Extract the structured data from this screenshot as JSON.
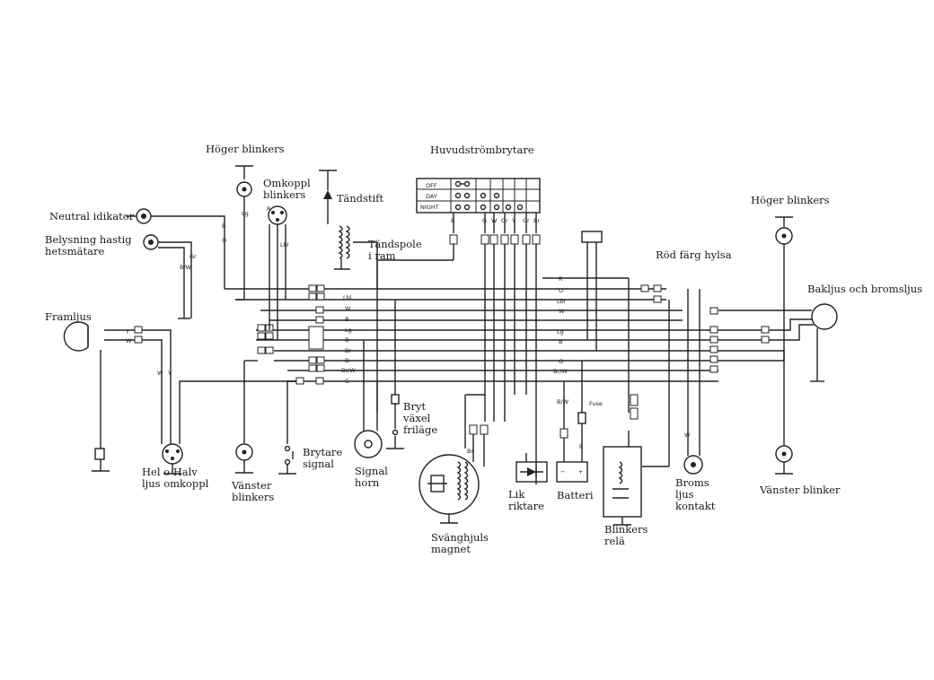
{
  "labels": {
    "hoger_blinkers_left": "Höger blinkers",
    "omkoppl_blinkers": "Omkoppl\nblinkers",
    "tandstift": "Tändstift",
    "tandspole": "Tändspole\ni ram",
    "huvudstrombrytare": "Huvudströmbrytare",
    "hoger_blinkers_right": "Höger blinkers",
    "neutral_idikator": "Neutral idikator",
    "belysning": "Belysning hastig\nhetsmätare",
    "rod_farg_hylsa": "Röd färg hylsa",
    "bakljus": "Bakljus och bromsljus",
    "framljus": "Framljus",
    "bryt_vaxel": "Bryt\nväxel\nfriläge",
    "brytare_signal": "Brytare\nsignal",
    "hel_o_halv": "Hel o Halv\nljus omkoppl",
    "vanster_blinkers_left": "Vänster\nblinkers",
    "signal_horn": "Signal\nhorn",
    "lik_riktare": "Lik\nriktare",
    "batteri": "Batteri",
    "broms_ljus": "Broms\nljus\nkontakt",
    "vanster_blinker_right": "Vänster blinker",
    "svanghjuls": "Svänghjuls\nmagnet",
    "blinkers_rela": "Blinkers\nrelä"
  },
  "switch_positions": [
    "OFF",
    "DAY",
    "NIGHT"
  ],
  "switch_wire_codes": [
    "B",
    "G",
    "W",
    "Gr",
    "Y",
    "Gr",
    "Br"
  ],
  "harness_codes": [
    "Lbl",
    "W",
    "B",
    "Lg",
    "B",
    "Br",
    "B",
    "Br/W",
    "G"
  ],
  "rear_codes": [
    "R",
    "O",
    "Lbl",
    "W",
    "Lg",
    "B",
    "G",
    "Br/W"
  ],
  "wire_codes": {
    "b": "B",
    "o": "O",
    "lg": "Lg",
    "r": "R",
    "lbl": "Lbl",
    "gr": "Gr",
    "bw": "B/W",
    "y": "Y",
    "w": "W",
    "wy": "W",
    "yy": "Y",
    "fuse": "Fuse",
    "brw": "B/W",
    "brr": "R",
    "br": "Br",
    "rw": "W"
  }
}
